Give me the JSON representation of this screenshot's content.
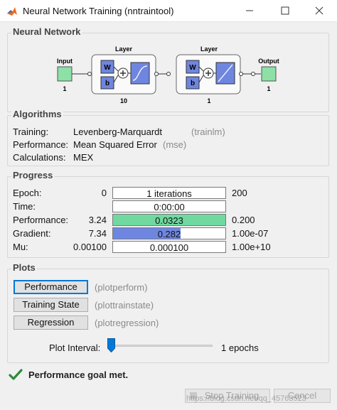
{
  "window": {
    "title": "Neural Network Training (nntraintool)"
  },
  "network": {
    "section_title": "Neural Network",
    "input_label": "Input",
    "input_size": "1",
    "layers": [
      {
        "title": "Layer",
        "size": "10",
        "weight": "W",
        "bias": "b",
        "transfer": "tansig"
      },
      {
        "title": "Layer",
        "size": "1",
        "weight": "W",
        "bias": "b",
        "transfer": "purelin"
      }
    ],
    "output_label": "Output",
    "output_size": "1"
  },
  "algorithms": {
    "section_title": "Algorithms",
    "rows": [
      {
        "label": "Training:",
        "value": "Levenberg-Marquardt",
        "code": "(trainlm)"
      },
      {
        "label": "Performance:",
        "value": "Mean Squared Error",
        "code": "(mse)"
      },
      {
        "label": "Calculations:",
        "value": "MEX",
        "code": ""
      }
    ]
  },
  "progress": {
    "section_title": "Progress",
    "rows": [
      {
        "label": "Epoch:",
        "start": "0",
        "current": "1 iterations",
        "target": "200",
        "fill": 0.0,
        "fill_color": "#ffffff"
      },
      {
        "label": "Time:",
        "start": "",
        "current": "0:00:00",
        "target": "",
        "fill": 0.0,
        "fill_color": "#ffffff"
      },
      {
        "label": "Performance:",
        "start": "3.24",
        "current": "0.0323",
        "target": "0.200",
        "fill": 1.0,
        "fill_color": "#6fd9a0"
      },
      {
        "label": "Gradient:",
        "start": "7.34",
        "current": "0.282",
        "target": "1.00e-07",
        "fill": 0.6,
        "fill_color": "#6f86e0"
      },
      {
        "label": "Mu:",
        "start": "0.00100",
        "current": "0.000100",
        "target": "1.00e+10",
        "fill": 0.0,
        "fill_color": "#ffffff"
      }
    ]
  },
  "plots": {
    "section_title": "Plots",
    "buttons": [
      {
        "label": "Performance",
        "code": "(plotperform)"
      },
      {
        "label": "Training State",
        "code": "(plottrainstate)"
      },
      {
        "label": "Regression",
        "code": "(plotregression)"
      }
    ],
    "interval_label": "Plot Interval:",
    "interval_value": "1 epochs",
    "interval_level": 0.0
  },
  "status": {
    "text": "Performance goal met.",
    "icon": "checkmark-icon"
  },
  "actions": {
    "stop_label": "Stop Training",
    "cancel_label": "Cancel",
    "watermark": "https://blog.csdn.net/qq_45763523"
  },
  "colors": {
    "accent": "#0078d7",
    "performance_fill": "#6fd9a0",
    "gradient_fill": "#6f86e0",
    "node_green": "#8de0a6",
    "node_blue": "#6f86e0"
  }
}
